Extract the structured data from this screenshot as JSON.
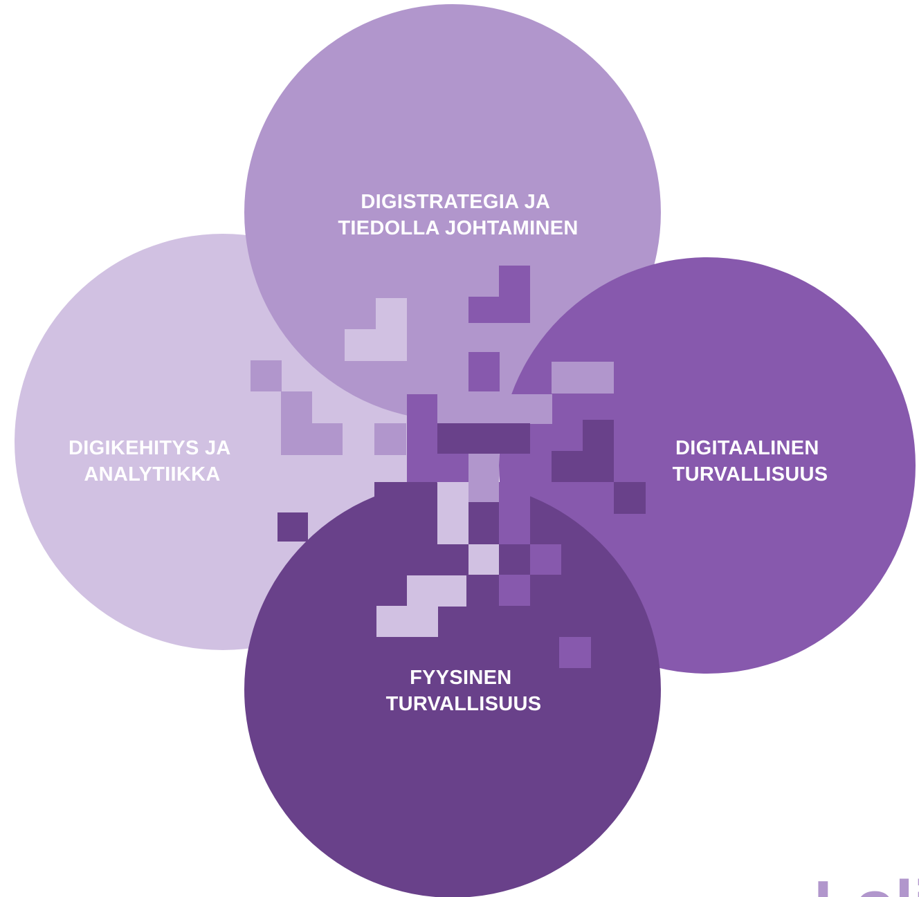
{
  "diagram": {
    "circles": [
      {
        "id": "strategy",
        "label_lines": [
          "DIGISTRATEGIA JA",
          "TIEDOLLA JOHTAMINEN"
        ],
        "color": "#b196cc"
      },
      {
        "id": "development",
        "label_lines": [
          "DIGIKEHITYS JA",
          "ANALYTIIKKA"
        ],
        "color": "#d1c1e2"
      },
      {
        "id": "digital-security",
        "label_lines": [
          "DIGITAALINEN",
          "TURVALLISUUS"
        ],
        "color": "#8759ad"
      },
      {
        "id": "physical-security",
        "label_lines": [
          "FYYSINEN",
          "TURVALLISUUS"
        ],
        "color": "#69418a"
      }
    ],
    "palette": {
      "lightest": "#d1c1e2",
      "light": "#b196cc",
      "medium": "#8759ad",
      "dark": "#69418a"
    },
    "logo_fragment": {
      "text": "Loli",
      "color": "#b196cc"
    }
  }
}
